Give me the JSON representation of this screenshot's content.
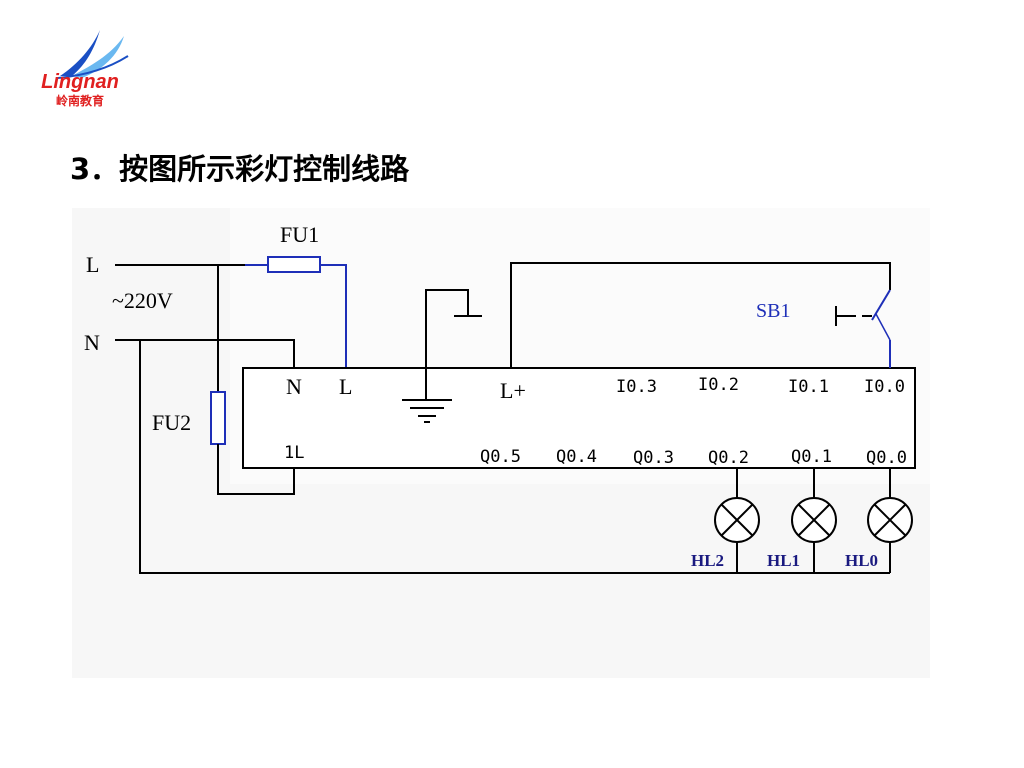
{
  "logo": {
    "name": "Lingnan",
    "subtitle": "岭南教育",
    "colors": {
      "primary": "#1a4fc4",
      "accent": "#e02020",
      "swoosh_light": "#6ab8f0"
    }
  },
  "slide": {
    "title": "3．按图所示彩灯控制线路"
  },
  "diagram": {
    "supply": {
      "line": "L",
      "neutral": "N",
      "voltage": "~220V"
    },
    "fuses": [
      "FU1",
      "FU2"
    ],
    "plc_power": {
      "n": "N",
      "l": "L",
      "lplus": "L+",
      "common": "1L"
    },
    "inputs": [
      "I0.3",
      "I0.2",
      "I0.1",
      "I0.0"
    ],
    "outputs": [
      "Q0.5",
      "Q0.4",
      "Q0.3",
      "Q0.2",
      "Q0.1",
      "Q0.0"
    ],
    "switch": "SB1",
    "lamps": [
      "HL2",
      "HL1",
      "HL0"
    ],
    "colors": {
      "wire": "#000000",
      "highlight_wire": "#1e2fb8",
      "blue_label": "#1e2fb8"
    }
  }
}
